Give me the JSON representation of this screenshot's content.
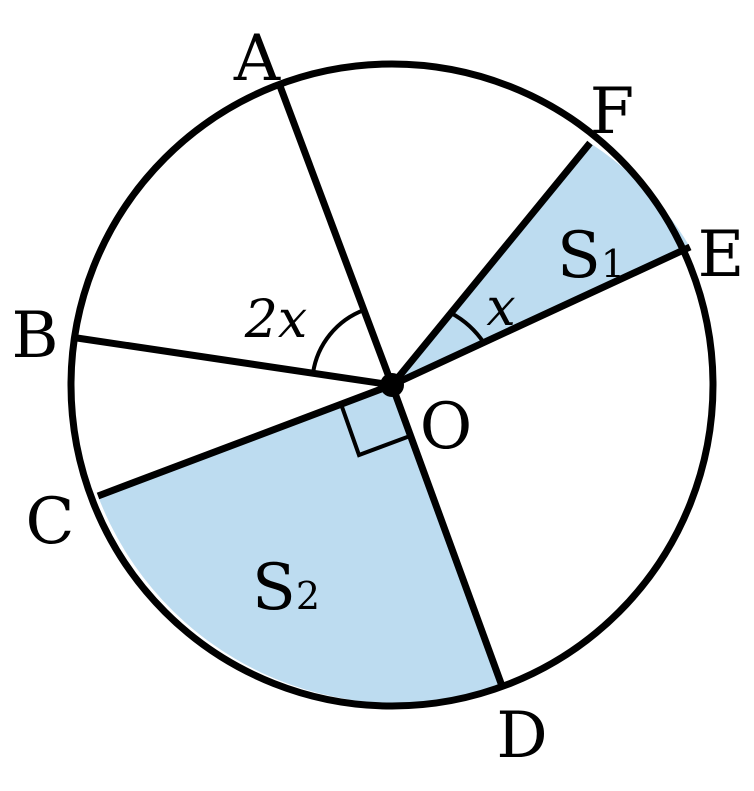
{
  "diagram": {
    "points": {
      "A": "A",
      "B": "B",
      "C": "C",
      "D": "D",
      "E": "E",
      "F": "F",
      "O": "O"
    },
    "angles": {
      "aob": "2x",
      "eof": "x"
    },
    "regions": {
      "s1": {
        "letter": "S",
        "index": "1"
      },
      "s2": {
        "letter": "S",
        "index": "2"
      }
    },
    "colors": {
      "shade": "#BDDCF0",
      "stroke": "#000000",
      "background": "#FFFFFF"
    }
  }
}
